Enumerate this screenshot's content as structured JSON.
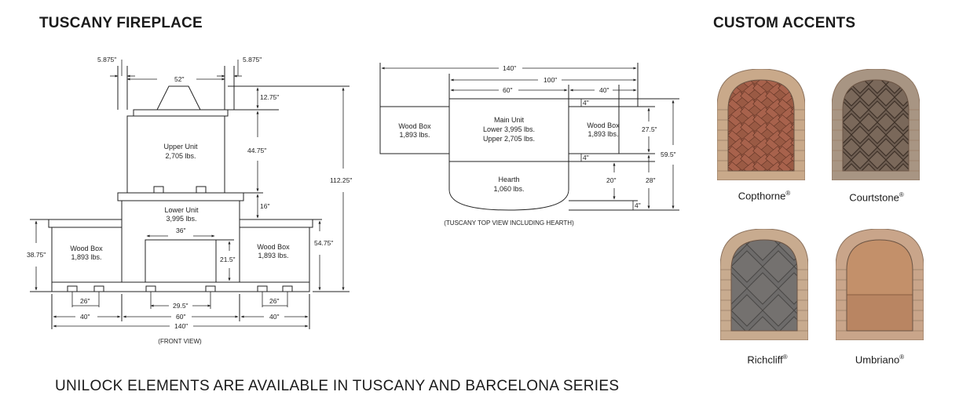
{
  "titles": {
    "left": "TUSCANY FIREPLACE",
    "right": "CUSTOM ACCENTS"
  },
  "footer": "UNILOCK ELEMENTS ARE AVAILABLE IN TUSCANY AND BARCELONA SERIES",
  "front_view": {
    "caption": "(FRONT VIEW)",
    "upper_unit": {
      "name": "Upper Unit",
      "weight": "2,705 lbs."
    },
    "lower_unit": {
      "name": "Lower Unit",
      "weight": "3,995 lbs."
    },
    "wood_box_left": {
      "name": "Wood Box",
      "weight": "1,893 lbs."
    },
    "wood_box_right": {
      "name": "Wood Box",
      "weight": "1,893 lbs."
    },
    "dims": {
      "d5875a": "5.875\"",
      "d5875b": "5.875\"",
      "d52": "52\"",
      "d1275": "12.75\"",
      "d4475": "44.75\"",
      "d16": "16\"",
      "d11225": "112.25\"",
      "d5475": "54.75\"",
      "d3875": "38.75\"",
      "d36": "36\"",
      "d215": "21.5\"",
      "d26a": "26\"",
      "d26b": "26\"",
      "d295": "29.5\"",
      "d40a": "40\"",
      "d60": "60\"",
      "d40b": "40\"",
      "d140": "140\""
    }
  },
  "top_view": {
    "caption": "(TUSCANY TOP VIEW INCLUDING HEARTH)",
    "main_unit": {
      "name": "Main Unit",
      "lower": "Lower 3,995 lbs.",
      "upper": "Upper 2,705 lbs."
    },
    "hearth": {
      "name": "Hearth",
      "weight": "1,060 lbs."
    },
    "wood_box_left": {
      "name": "Wood Box",
      "weight": "1,893 lbs."
    },
    "wood_box_right": {
      "name": "Wood Box",
      "weight": "1,893 lbs."
    },
    "dims": {
      "d140": "140\"",
      "d100": "100\"",
      "d60": "60\"",
      "d40": "40\"",
      "d4a": "4\"",
      "d275": "27.5\"",
      "d595": "59.5\"",
      "d4b": "4\"",
      "d20": "20\"",
      "d28": "28\"",
      "d4c": "4\""
    }
  },
  "accents": [
    {
      "name": "Copthorne",
      "mark": "®",
      "border": "#c9a98a",
      "inner": "#9a5a44",
      "pattern": "herringbone"
    },
    {
      "name": "Courtstone",
      "mark": "®",
      "border": "#a89583",
      "inner": "#6e5e52",
      "pattern": "diamond"
    },
    {
      "name": "Richcliff",
      "mark": "®",
      "border": "#c8ab8f",
      "inner": "#6d6b6a",
      "pattern": "large-diamond"
    },
    {
      "name": "Umbriano",
      "mark": "®",
      "border": "#c9a58a",
      "inner": "#c08e6a",
      "pattern": "split"
    }
  ]
}
